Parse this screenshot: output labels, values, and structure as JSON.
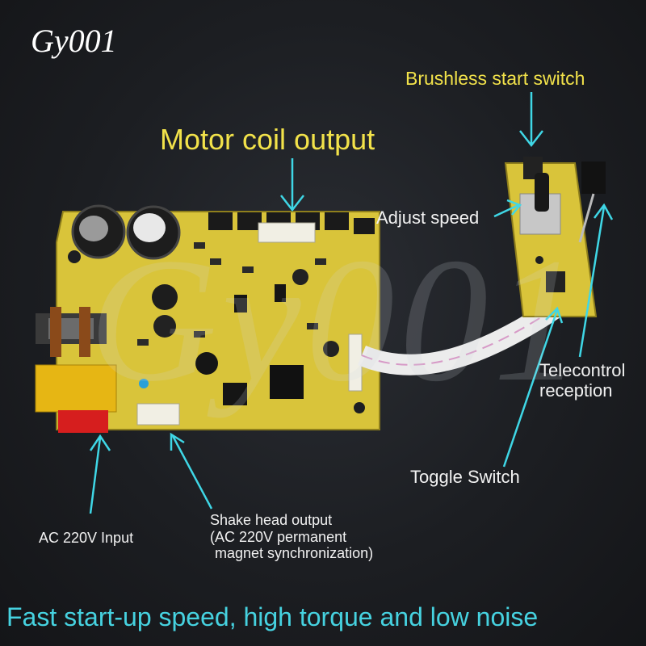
{
  "brand": "Gy001",
  "labels": {
    "motor_coil_output": "Motor coil output",
    "brushless_start_switch": "Brushless start switch",
    "adjust_speed": "Adjust speed",
    "telecontrol_reception": [
      "Telecontrol",
      "reception"
    ],
    "toggle_switch": "Toggle Switch",
    "ac_input": "AC 220V Input",
    "shake_head_output": [
      "Shake head output",
      "(AC 220V permanent",
      " magnet synchronization)"
    ]
  },
  "tagline": "Fast start-up speed, high torque and low noise",
  "colors": {
    "pcb": "#d9c43a",
    "annotation_cyan": "#3fd7e6",
    "title_yellow": "#f2e24a",
    "background": "#1c1e22"
  }
}
